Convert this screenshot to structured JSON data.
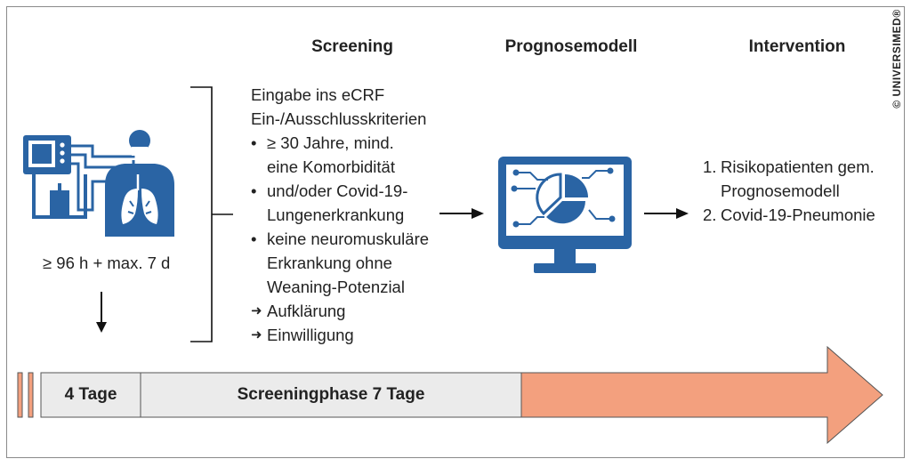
{
  "headers": {
    "screening": "Screening",
    "prognosis": "Prognosemodell",
    "intervention": "Intervention"
  },
  "copyright": "© UNIVERSIMED®",
  "patient": {
    "duration": "≥ 96 h + max. 7 d",
    "icon": "ventilated-patient-icon"
  },
  "screening": {
    "line1": "Eingabe ins eCRF",
    "line2": "Ein-/Ausschlusskriterien",
    "bullets": [
      [
        "≥ 30 Jahre, mind.",
        "eine Komorbidität"
      ],
      [
        "und/oder Covid-19-",
        "Lungenerkrankung"
      ],
      [
        "keine neuromuskuläre",
        "Erkrankung ohne",
        "Weaning-Potenzial"
      ]
    ],
    "arrows": [
      "Aufklärung",
      "Einwilligung"
    ]
  },
  "prognosis": {
    "icon": "monitor-pie-chart-icon"
  },
  "intervention": {
    "items": [
      {
        "num": "1.",
        "lines": [
          "Risikopatienten gem.",
          "Prognosemodell"
        ]
      },
      {
        "num": "2.",
        "lines": [
          "Covid-19-Pneumonie"
        ]
      }
    ]
  },
  "timeline": {
    "phase1": "4 Tage",
    "phase2": "Screeningphase 7 Tage"
  },
  "colors": {
    "icon_blue": "#2a64a4",
    "arrow_salmon": "#f3a07e",
    "phase_gray": "#ebebeb"
  }
}
